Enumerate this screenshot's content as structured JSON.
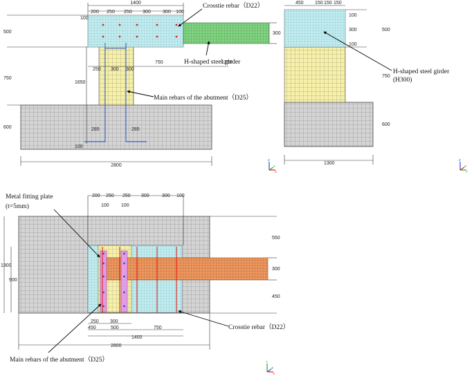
{
  "colors": {
    "concrete_gray": "#d4d4d4",
    "cap_cyan": "#bfeef2",
    "girder_green": "#7fd67f",
    "abutment_yellow": "#f6f0a8",
    "plate_magenta": "#e49be4",
    "girder_orange": "#f2965a",
    "rebar_red": "#e0201a",
    "rebar_blue": "#2a54c8"
  },
  "icons": [
    "axis-triad-icon"
  ],
  "annotations": {
    "crosstie_top": "Crosstie rebar（D22）",
    "h_girder": "H-shaped steel girder",
    "main_rebars_top": "Main rebars of the abutment（D25）",
    "h_girder_section_line1": "H-shaped steel girder",
    "h_girder_section_line2": "(H300)",
    "metal_plate_line1": "Metal fitting plate",
    "metal_plate_line2": "(t=5mm)",
    "crosstie_bottom": "Crosstie rebar（D22）",
    "main_rebars_bottom": "Main rebars of the abutment（D25）"
  },
  "side_view": {
    "top_total": "1400",
    "top_spacing": [
      "200",
      "250",
      "250",
      "300",
      "300",
      "100"
    ],
    "cap_edge": "100",
    "cap_height_left": "500",
    "cap_height_right": "300",
    "wall_widths": [
      "250",
      "300",
      "300"
    ],
    "girder_gap": "750",
    "girder_length": "1250",
    "wall_height": "750",
    "rebar_length": "1650",
    "footing_height": "600",
    "hook_left": "285",
    "hook_right": "285",
    "hook_bottom": "100",
    "footing_width": "2800"
  },
  "section_view": {
    "top_dims": [
      "450",
      "150",
      "150",
      "150"
    ],
    "right_dims": [
      "100",
      "300",
      "100"
    ],
    "cap_height": "500",
    "wall_height": "750",
    "footing_height": "600",
    "width": "1300"
  },
  "plan_view": {
    "top_spacing": [
      "200",
      "250",
      "250",
      "300",
      "300",
      "100"
    ],
    "inner_dims": [
      "100",
      "100"
    ],
    "right_dims": [
      "550",
      "300",
      "450"
    ],
    "left_outer": "1300",
    "left_inner": "900",
    "bottom_row1": [
      "250",
      "300"
    ],
    "bottom_row2": [
      "450",
      "500",
      "750"
    ],
    "bottom_total_inner": "1400",
    "bottom_total": "2800"
  },
  "axes": {
    "z": "Z",
    "x": "X",
    "y": "Y"
  }
}
